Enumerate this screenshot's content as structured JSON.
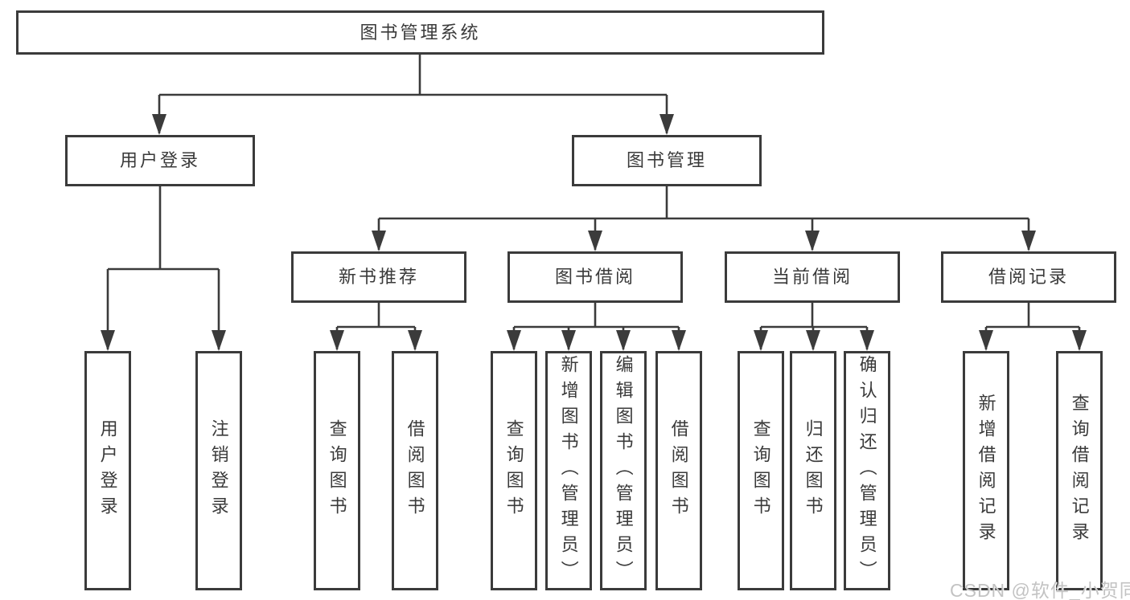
{
  "diagram": {
    "type": "hierarchy-tree",
    "root": {
      "label": "图书管理系统"
    },
    "branches": [
      {
        "label": "用户登录",
        "children": [
          {
            "label": "用户登录"
          },
          {
            "label": "注销登录"
          }
        ]
      },
      {
        "label": "图书管理",
        "children": [
          {
            "label": "新书推荐",
            "children": [
              {
                "label": "查询图书"
              },
              {
                "label": "借阅图书"
              }
            ]
          },
          {
            "label": "图书借阅",
            "children": [
              {
                "label": "查询图书"
              },
              {
                "label": "新增图书（管理员）"
              },
              {
                "label": "编辑图书（管理员）"
              },
              {
                "label": "借阅图书"
              }
            ]
          },
          {
            "label": "当前借阅",
            "children": [
              {
                "label": "查询图书"
              },
              {
                "label": "归还图书"
              },
              {
                "label": "确认归还（管理员）"
              }
            ]
          },
          {
            "label": "借阅记录",
            "children": [
              {
                "label": "新增借阅记录"
              },
              {
                "label": "查询借阅记录"
              }
            ]
          }
        ]
      }
    ]
  },
  "watermark": {
    "text": "CSDN @软件_小贺同学"
  },
  "colors": {
    "line": "#3b3b3b",
    "text": "#3a3a3a",
    "watermark": "#c3c3c3",
    "background": "#ffffff"
  }
}
